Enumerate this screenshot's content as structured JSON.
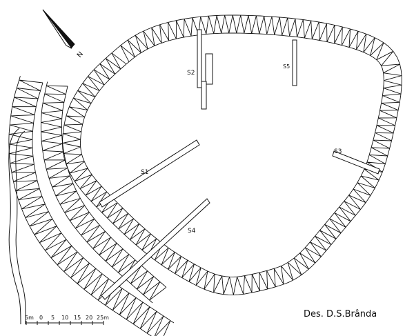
{
  "north": {
    "label": "N"
  },
  "trenches": [
    {
      "id": "S1",
      "label": "S1"
    },
    {
      "id": "S2",
      "label": "S2"
    },
    {
      "id": "S3",
      "label": "S3"
    },
    {
      "id": "S4",
      "label": "S4"
    },
    {
      "id": "S5",
      "label": "S5"
    }
  ],
  "scale_bar": {
    "unit": "m",
    "ticks": [
      "5m",
      "0",
      "5",
      "10",
      "15",
      "20",
      "25m"
    ]
  },
  "credit": "Des. D.S.Brânda",
  "colors": {
    "ink": "#111111",
    "paper": "#ffffff"
  }
}
